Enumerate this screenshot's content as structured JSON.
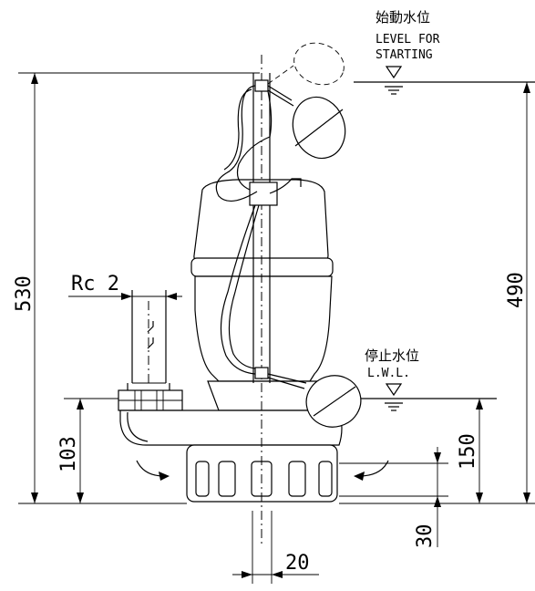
{
  "labels": {
    "start_level_jp": "始動水位",
    "start_level_en1": "LEVEL FOR",
    "start_level_en2": "STARTING",
    "stop_level_jp": "停止水位",
    "stop_level_en": "L.W.L.",
    "connection": "Rc 2"
  },
  "dimensions": {
    "overall_height": "530",
    "start_level_height": "490",
    "discharge_height": "103",
    "stop_level_height": "150",
    "base_height": "30",
    "cable_width": "20"
  }
}
